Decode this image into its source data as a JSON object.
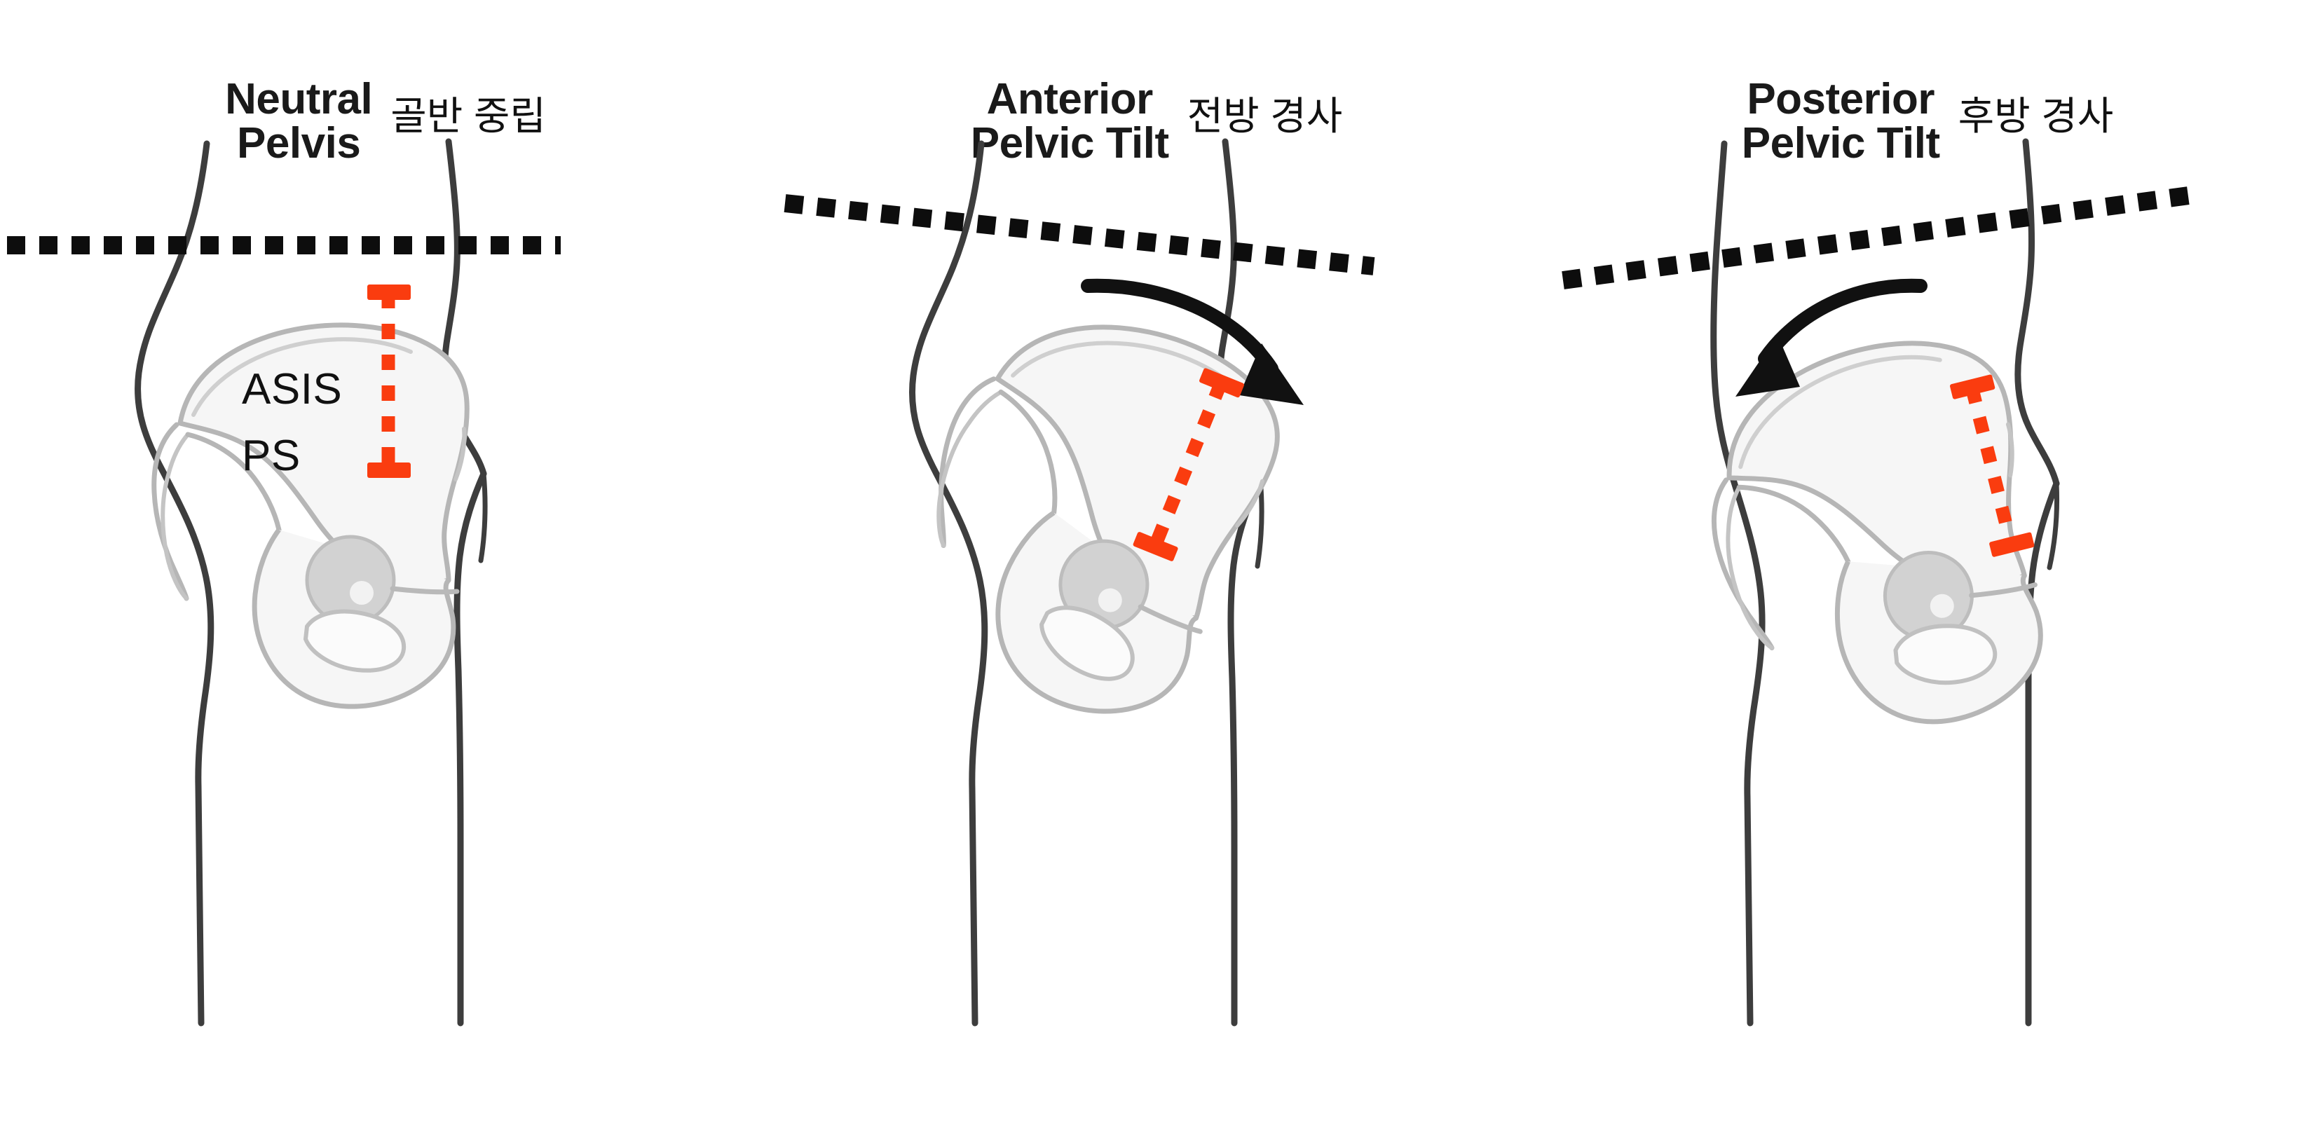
{
  "figure": {
    "kind": "pelvic-tilt-comparison-diagram",
    "background_color": "#ffffff",
    "panel_count": 3
  },
  "colors": {
    "body_outline": "#3b3b3b",
    "bone_outline": "#b9b9b9",
    "bone_fill": "#f4f4f4",
    "reference_line": "#0d0d0d",
    "measure_line": "#fa3c0f",
    "arrow": "#111111",
    "text": "#141414"
  },
  "panels": [
    {
      "id": "neutral-pelvis",
      "title_en": "Neutral\nPelvis",
      "title_ko": "골반 중립",
      "reference_line_angle_deg": 0,
      "measure_line_angle_deg": 0,
      "has_rotation_arrow": false,
      "arrow_direction": "none",
      "landmark_labels": [
        {
          "id": "asis",
          "text": "ASIS"
        },
        {
          "id": "ps",
          "text": "PS"
        }
      ]
    },
    {
      "id": "anterior-pelvic-tilt",
      "title_en": "Anterior\nPelvic Tilt",
      "title_ko": "전방 경사",
      "reference_line_angle_deg": 6,
      "measure_line_angle_deg": 22,
      "has_rotation_arrow": true,
      "arrow_direction": "clockwise-forward-down",
      "landmark_labels": []
    },
    {
      "id": "posterior-pelvic-tilt",
      "title_en": "Posterior\nPelvic Tilt",
      "title_ko": "후방 경사",
      "reference_line_angle_deg": -6,
      "measure_line_angle_deg": -14,
      "has_rotation_arrow": true,
      "arrow_direction": "counter-clockwise-backward-down",
      "landmark_labels": []
    }
  ],
  "legend": {
    "asis_full": "ASIS",
    "ps_full": "PS"
  }
}
